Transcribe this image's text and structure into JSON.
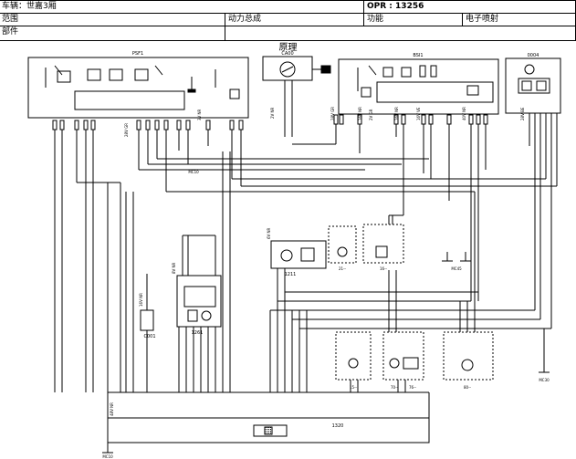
{
  "header": {
    "vehicle_label": "车辆：世嘉3厢",
    "opr_label": "OPR : 13256",
    "scope_label": "范围",
    "group_value": "动力总成",
    "function_label": "功能",
    "function_value": "电子喷射",
    "component_label": "部件"
  },
  "diagram": {
    "title": "原理",
    "components": {
      "psf1": "PSF1",
      "ca00": "CA00",
      "bsi1": "BSI1",
      "c0004": "0004",
      "c1211": "1211",
      "c1261": "1261",
      "c0001": "C001",
      "c1320": "1320"
    },
    "sub_labels": {
      "s21": "21--",
      "s16": "16--",
      "s15": "15--",
      "s70": "70--",
      "s76": "76--",
      "s80": "80--"
    },
    "grounds": {
      "mc10_top": "MC10",
      "mc10_bottom": "MC10",
      "mc45": "MC45",
      "mc30": "MC30"
    },
    "connectors": {
      "c1": "28V GR",
      "c2": "16V NR",
      "c3": "2V NR",
      "c4": "40V NR",
      "c5": "28V BE",
      "c6": "3V NR",
      "c7": "2V GR",
      "c8": "16V VE",
      "c9": "6V NR",
      "c10": "48V NR",
      "c11": "16V NR",
      "c12": "8V NR"
    }
  }
}
